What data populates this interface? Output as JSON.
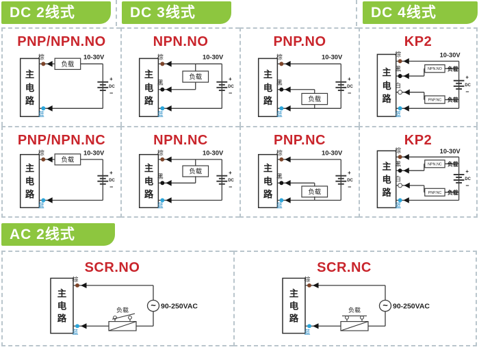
{
  "headers": {
    "dc2": "DC 2线式",
    "dc3": "DC 3线式",
    "dc4": "DC 4线式",
    "ac2": "AC 2线式"
  },
  "labels": {
    "main_circuit": "主电路",
    "load": "负载",
    "brown": "棕",
    "black": "黑",
    "white": "白",
    "blue": "蓝",
    "dc": "DC",
    "plus": "+",
    "minus": "−",
    "ac_wave": "~"
  },
  "colors": {
    "header_green": "#8dc63f",
    "title_red": "#c9252c",
    "wire": "#3a3a3a",
    "brown_dot": "#7d4429",
    "black_dot": "#151515",
    "blue_dot": "#2aa4d9",
    "white_dot": "#ffffff",
    "blue_label": "#1d86c2",
    "dash_border": "#b9c5cc"
  },
  "diagrams": [
    {
      "title": "PNP/NPN.NO",
      "type": "dc2",
      "voltage": "10-30V"
    },
    {
      "title": "NPN.NO",
      "type": "dc3npn",
      "voltage": "10-30V"
    },
    {
      "title": "PNP.NO",
      "type": "dc3pnp",
      "voltage": "10-30V"
    },
    {
      "title": "KP2",
      "type": "dc4",
      "voltage": "10-30V",
      "load1_label": "NPN.NO",
      "load2_label": "PNP.NC"
    },
    {
      "title": "PNP/NPN.NC",
      "type": "dc2",
      "voltage": "10-30V"
    },
    {
      "title": "NPN.NC",
      "type": "dc3npn",
      "voltage": "10-30V"
    },
    {
      "title": "PNP.NC",
      "type": "dc3pnp",
      "voltage": "10-30V"
    },
    {
      "title": "KP2",
      "type": "dc4",
      "voltage": "10-30V",
      "load1_label": "NPN.NC",
      "load2_label": "PNP.NC"
    },
    {
      "title": "SCR.NO",
      "type": "ac2",
      "variant": "no",
      "voltage": "90-250VAC"
    },
    {
      "title": "SCR.NC",
      "type": "ac2",
      "variant": "nc",
      "voltage": "90-250VAC"
    }
  ]
}
